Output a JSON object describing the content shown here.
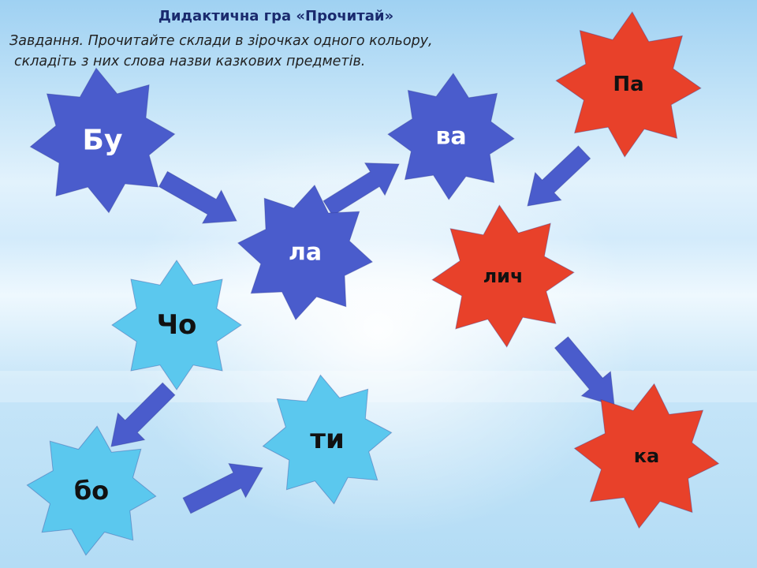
{
  "title": "Дидактична гра «Прочитай»",
  "task": {
    "line1": "Завдання. Прочитайте склади в зірочках одного кольору,",
    "line2": "складіть з них слова назви казкових предметів."
  },
  "colors": {
    "blue_star": "#4a5ccc",
    "light_blue_star": "#5bc8ee",
    "red_star": "#e8412a",
    "arrow": "#4a5ccc",
    "blue_text": "#ffffff",
    "light_blue_text": "#111111",
    "red_text": "#111111"
  },
  "groups": [
    {
      "name": "blue",
      "syllables": [
        "Бу",
        "ла",
        "ва"
      ]
    },
    {
      "name": "light-blue",
      "syllables": [
        "Чо",
        "бо",
        "ти"
      ]
    },
    {
      "name": "red",
      "syllables": [
        "Па",
        "лич",
        "ка"
      ]
    }
  ]
}
